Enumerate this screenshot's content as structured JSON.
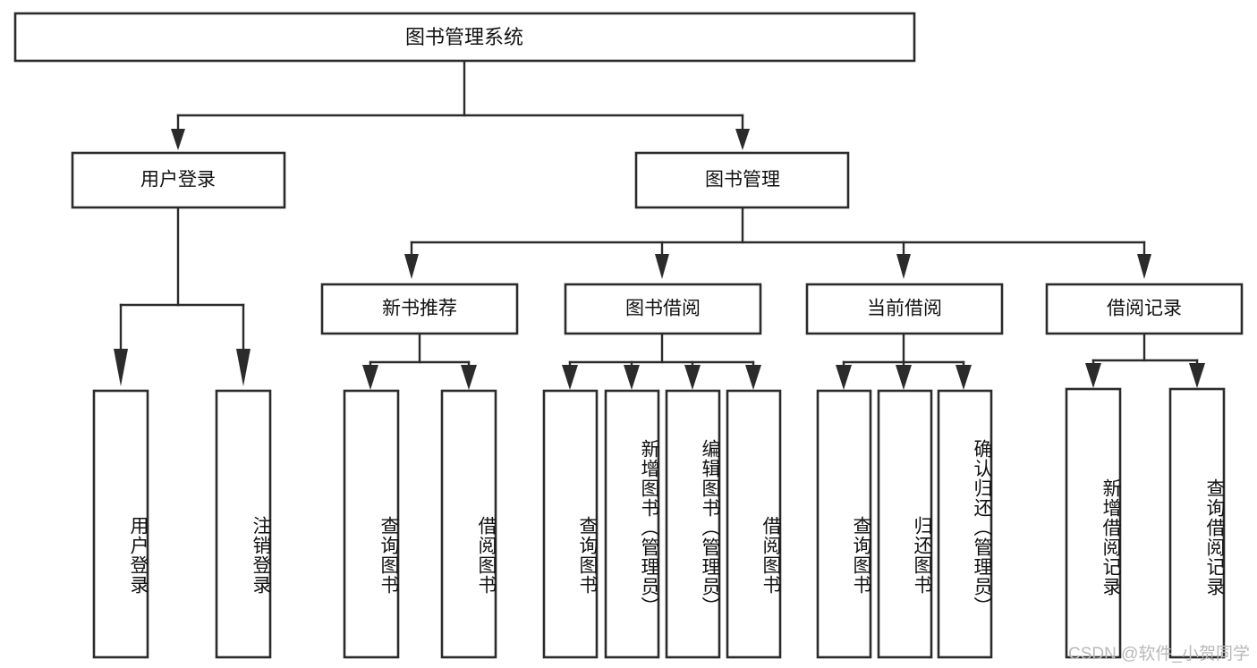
{
  "diagram": {
    "type": "tree-hierarchy",
    "title": "图书管理系统",
    "watermark": "CSDN @软件_小贺同学",
    "colors": {
      "box_stroke": "#2b2b2b",
      "box_fill": "#ffffff",
      "connector": "#2b2b2b",
      "text": "#111111",
      "watermark": "#b9b9b9",
      "background": "#ffffff"
    },
    "levels": {
      "root": "图书管理系统",
      "level1": [
        "用户登录",
        "图书管理"
      ],
      "level2": [
        "新书推荐",
        "图书借阅",
        "当前借阅",
        "借阅记录"
      ]
    },
    "nodes": {
      "root": {
        "label": "图书管理系统",
        "orientation": "horizontal"
      },
      "user_login": {
        "label": "用户登录",
        "orientation": "horizontal"
      },
      "book_manage": {
        "label": "图书管理",
        "orientation": "horizontal"
      },
      "new_book_rec": {
        "label": "新书推荐",
        "orientation": "horizontal"
      },
      "book_borrow": {
        "label": "图书借阅",
        "orientation": "horizontal"
      },
      "current_borrow": {
        "label": "当前借阅",
        "orientation": "horizontal"
      },
      "borrow_record": {
        "label": "借阅记录",
        "orientation": "horizontal"
      }
    },
    "leaves": {
      "user_login": [
        "用户登录",
        "注销登录"
      ],
      "new_book_rec": [
        "查询图书",
        "借阅图书"
      ],
      "book_borrow": [
        "查询图书",
        "新增图书（管理员）",
        "编辑图书（管理员）",
        "借阅图书"
      ],
      "current_borrow": [
        "查询图书",
        "归还图书",
        "确认归还（管理员）"
      ],
      "borrow_record": [
        "新增借阅记录",
        "查询借阅记录"
      ]
    },
    "edges": [
      {
        "from": "图书管理系统",
        "to": "用户登录"
      },
      {
        "from": "图书管理系统",
        "to": "图书管理"
      },
      {
        "from": "图书管理",
        "to": "新书推荐"
      },
      {
        "from": "图书管理",
        "to": "图书借阅"
      },
      {
        "from": "图书管理",
        "to": "当前借阅"
      },
      {
        "from": "图书管理",
        "to": "借阅记录"
      },
      {
        "from": "用户登录",
        "to": "用户登录"
      },
      {
        "from": "用户登录",
        "to": "注销登录"
      },
      {
        "from": "新书推荐",
        "to": "查询图书"
      },
      {
        "from": "新书推荐",
        "to": "借阅图书"
      },
      {
        "from": "图书借阅",
        "to": "查询图书"
      },
      {
        "from": "图书借阅",
        "to": "新增图书（管理员）"
      },
      {
        "from": "图书借阅",
        "to": "编辑图书（管理员）"
      },
      {
        "from": "图书借阅",
        "to": "借阅图书"
      },
      {
        "from": "当前借阅",
        "to": "查询图书"
      },
      {
        "from": "当前借阅",
        "to": "归还图书"
      },
      {
        "from": "当前借阅",
        "to": "确认归还（管理员）"
      },
      {
        "from": "借阅记录",
        "to": "新增借阅记录"
      },
      {
        "from": "借阅记录",
        "to": "查询借阅记录"
      }
    ]
  }
}
